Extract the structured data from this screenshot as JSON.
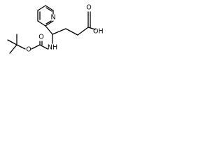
{
  "molecule": {
    "labels": {
      "ring_nitrogen": "N",
      "carbonyl_oxygen": "O",
      "hydroxyl": "OH",
      "amine": "NH",
      "carbamate_carbonyl_oxygen": "O",
      "carbamate_ester_oxygen": "O"
    }
  }
}
